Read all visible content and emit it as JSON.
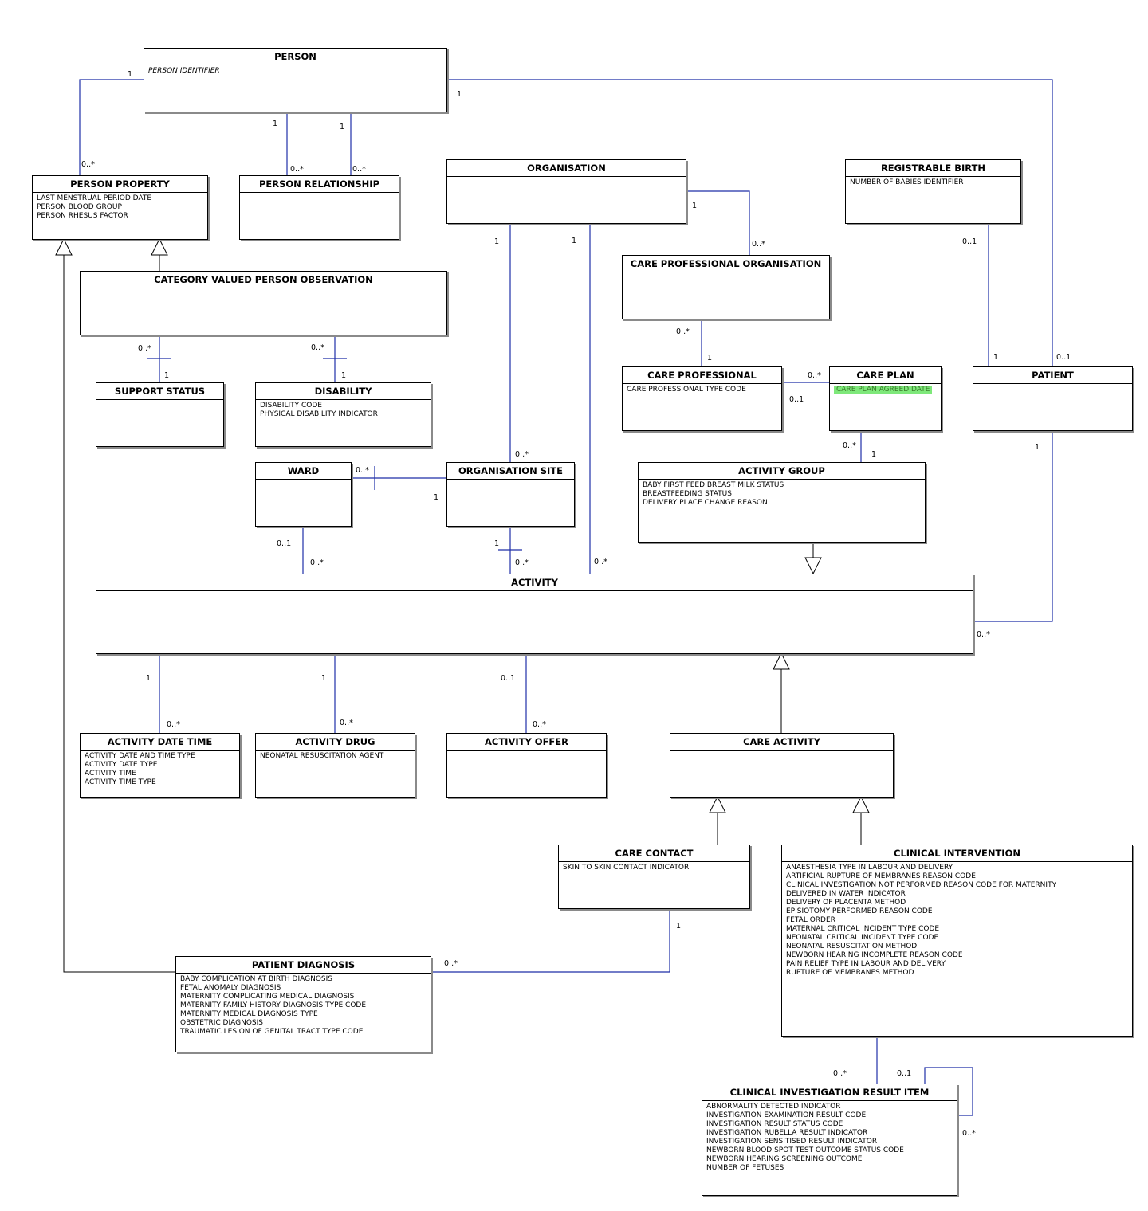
{
  "entities": {
    "person": {
      "title": "PERSON",
      "attrs": [
        "PERSON IDENTIFIER"
      ]
    },
    "person_property": {
      "title": "PERSON PROPERTY",
      "attrs": [
        "LAST MENSTRUAL PERIOD DATE",
        "PERSON BLOOD GROUP",
        "PERSON RHESUS FACTOR"
      ]
    },
    "person_relationship": {
      "title": "PERSON RELATIONSHIP",
      "attrs": []
    },
    "organisation": {
      "title": "ORGANISATION",
      "attrs": []
    },
    "registrable_birth": {
      "title": "REGISTRABLE BIRTH",
      "attrs": [
        "NUMBER OF BABIES IDENTIFIER"
      ]
    },
    "care_professional_organisation": {
      "title": "CARE PROFESSIONAL ORGANISATION",
      "attrs": []
    },
    "category_valued_person_observation": {
      "title": "CATEGORY VALUED PERSON OBSERVATION",
      "attrs": []
    },
    "support_status": {
      "title": "SUPPORT STATUS",
      "attrs": []
    },
    "disability": {
      "title": "DISABILITY",
      "attrs": [
        "DISABILITY CODE",
        "PHYSICAL DISABILITY INDICATOR"
      ]
    },
    "care_professional": {
      "title": "CARE PROFESSIONAL",
      "attrs": [
        "CARE PROFESSIONAL TYPE CODE"
      ]
    },
    "care_plan": {
      "title": "CARE PLAN",
      "attrs": [
        "CARE PLAN AGREED DATE"
      ]
    },
    "patient": {
      "title": "PATIENT",
      "attrs": []
    },
    "ward": {
      "title": "WARD",
      "attrs": []
    },
    "organisation_site": {
      "title": "ORGANISATION SITE",
      "attrs": []
    },
    "activity_group": {
      "title": "ACTIVITY GROUP",
      "attrs": [
        "BABY FIRST FEED BREAST MILK STATUS",
        "BREASTFEEDING STATUS",
        "DELIVERY PLACE CHANGE REASON"
      ]
    },
    "activity": {
      "title": "ACTIVITY",
      "attrs": []
    },
    "activity_date_time": {
      "title": "ACTIVITY DATE TIME",
      "attrs": [
        "ACTIVITY DATE AND TIME TYPE",
        "ACTIVITY DATE TYPE",
        "ACTIVITY TIME",
        "ACTIVITY TIME TYPE"
      ]
    },
    "activity_drug": {
      "title": "ACTIVITY DRUG",
      "attrs": [
        "NEONATAL RESUSCITATION AGENT"
      ]
    },
    "activity_offer": {
      "title": "ACTIVITY OFFER",
      "attrs": []
    },
    "care_activity": {
      "title": "CARE ACTIVITY",
      "attrs": []
    },
    "care_contact": {
      "title": "CARE CONTACT",
      "attrs": [
        "SKIN TO SKIN CONTACT INDICATOR"
      ]
    },
    "clinical_intervention": {
      "title": "CLINICAL INTERVENTION",
      "attrs": [
        "ANAESTHESIA TYPE IN LABOUR AND DELIVERY",
        "ARTIFICIAL RUPTURE OF MEMBRANES REASON CODE",
        "CLINICAL INVESTIGATION NOT PERFORMED REASON CODE FOR MATERNITY",
        "DELIVERED IN WATER INDICATOR",
        "DELIVERY OF PLACENTA METHOD",
        "EPISIOTOMY PERFORMED REASON CODE",
        "FETAL ORDER",
        "MATERNAL CRITICAL INCIDENT TYPE CODE",
        "NEONATAL CRITICAL INCIDENT TYPE CODE",
        "NEONATAL RESUSCITATION METHOD",
        "NEWBORN HEARING INCOMPLETE REASON CODE",
        "PAIN RELIEF TYPE IN LABOUR AND DELIVERY",
        "RUPTURE OF MEMBRANES METHOD"
      ]
    },
    "patient_diagnosis": {
      "title": "PATIENT DIAGNOSIS",
      "attrs": [
        "BABY COMPLICATION AT BIRTH DIAGNOSIS",
        "FETAL ANOMALY DIAGNOSIS",
        "MATERNITY COMPLICATING MEDICAL DIAGNOSIS",
        "MATERNITY FAMILY HISTORY DIAGNOSIS TYPE CODE",
        "MATERNITY MEDICAL DIAGNOSIS TYPE",
        "OBSTETRIC DIAGNOSIS",
        "TRAUMATIC LESION OF GENITAL TRACT TYPE CODE"
      ]
    },
    "clinical_investigation_result_item": {
      "title": "CLINICAL INVESTIGATION RESULT ITEM",
      "attrs": [
        "ABNORMALITY DETECTED INDICATOR",
        "INVESTIGATION EXAMINATION RESULT CODE",
        "INVESTIGATION RESULT STATUS CODE",
        "INVESTIGATION RUBELLA RESULT INDICATOR",
        "INVESTIGATION SENSITISED RESULT INDICATOR",
        "NEWBORN BLOOD SPOT TEST OUTCOME STATUS CODE",
        "NEWBORN HEARING SCREENING OUTCOME",
        "NUMBER OF FETUSES"
      ]
    }
  },
  "multiplicities": [
    "1",
    "0..*",
    "0..1"
  ],
  "colors": {
    "link": "#1f2fa8",
    "border": "#000000",
    "shadow": "#8a8a8a",
    "highlight": "#7ee87a"
  }
}
